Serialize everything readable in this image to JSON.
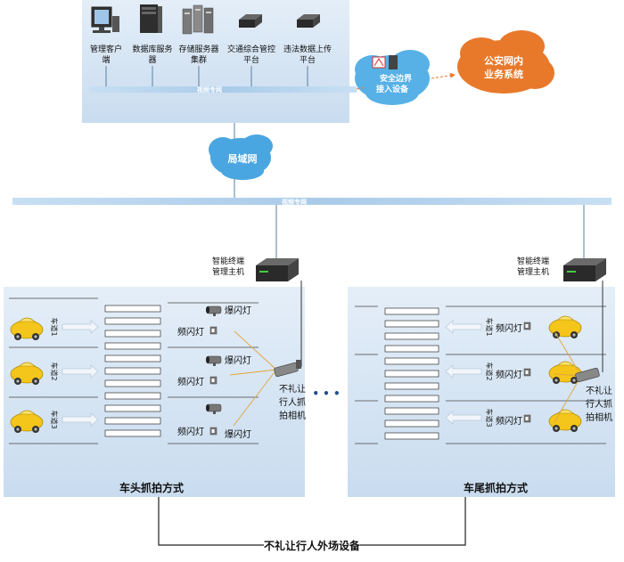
{
  "top_devices": [
    {
      "label_l1": "管理客户",
      "label_l2": "端",
      "icon": "monitor-icon"
    },
    {
      "label_l1": "数据库服务",
      "label_l2": "器",
      "icon": "server-tower-icon"
    },
    {
      "label_l1": "存储服务器",
      "label_l2": "集群",
      "icon": "storage-cluster-icon"
    },
    {
      "label_l1": "交通综合管控",
      "label_l2": "平台",
      "icon": "platform-box-icon"
    },
    {
      "label_l1": "违法数据上传",
      "label_l2": "平台",
      "icon": "platform-box-icon"
    }
  ],
  "video_net_top": "视频专网",
  "security_gateway_l1": "安全边界",
  "security_gateway_l2": "接入设备",
  "police_cloud_l1": "公安网内",
  "police_cloud_l2": "业务系统",
  "lan_label": "局域网",
  "video_net_main": "视频专网",
  "host_left_l1": "智能终端",
  "host_left_l2": "管理主机",
  "host_right_l1": "智能终端",
  "host_right_l2": "管理主机",
  "left_lanes": [
    "车道1",
    "车道2",
    "车道3"
  ],
  "right_lanes": [
    "车道1",
    "车道2",
    "车道3"
  ],
  "left_flash": [
    "爆闪灯",
    "频闪灯",
    "爆闪灯",
    "频闪灯",
    "频闪灯",
    "爆闪灯"
  ],
  "right_flash": [
    "频闪灯",
    "频闪灯",
    "频闪灯"
  ],
  "camera_left": [
    "不礼让",
    "行人抓",
    "拍相机"
  ],
  "camera_right": [
    "不礼让",
    "行人抓",
    "拍相机"
  ],
  "left_mode_title": "车头抓拍方式",
  "right_mode_title": "车尾抓拍方式",
  "ellipsis": "• • •",
  "bottom_title": "不礼让行人外场设备",
  "colors": {
    "panel_top": "#cfe0f2",
    "panel": "#d8e7f5",
    "net_line": "#9ec3e6",
    "cloud_blue": "#4aa6e0",
    "cloud_orange": "#e8792b",
    "car": "#f4c51a"
  }
}
